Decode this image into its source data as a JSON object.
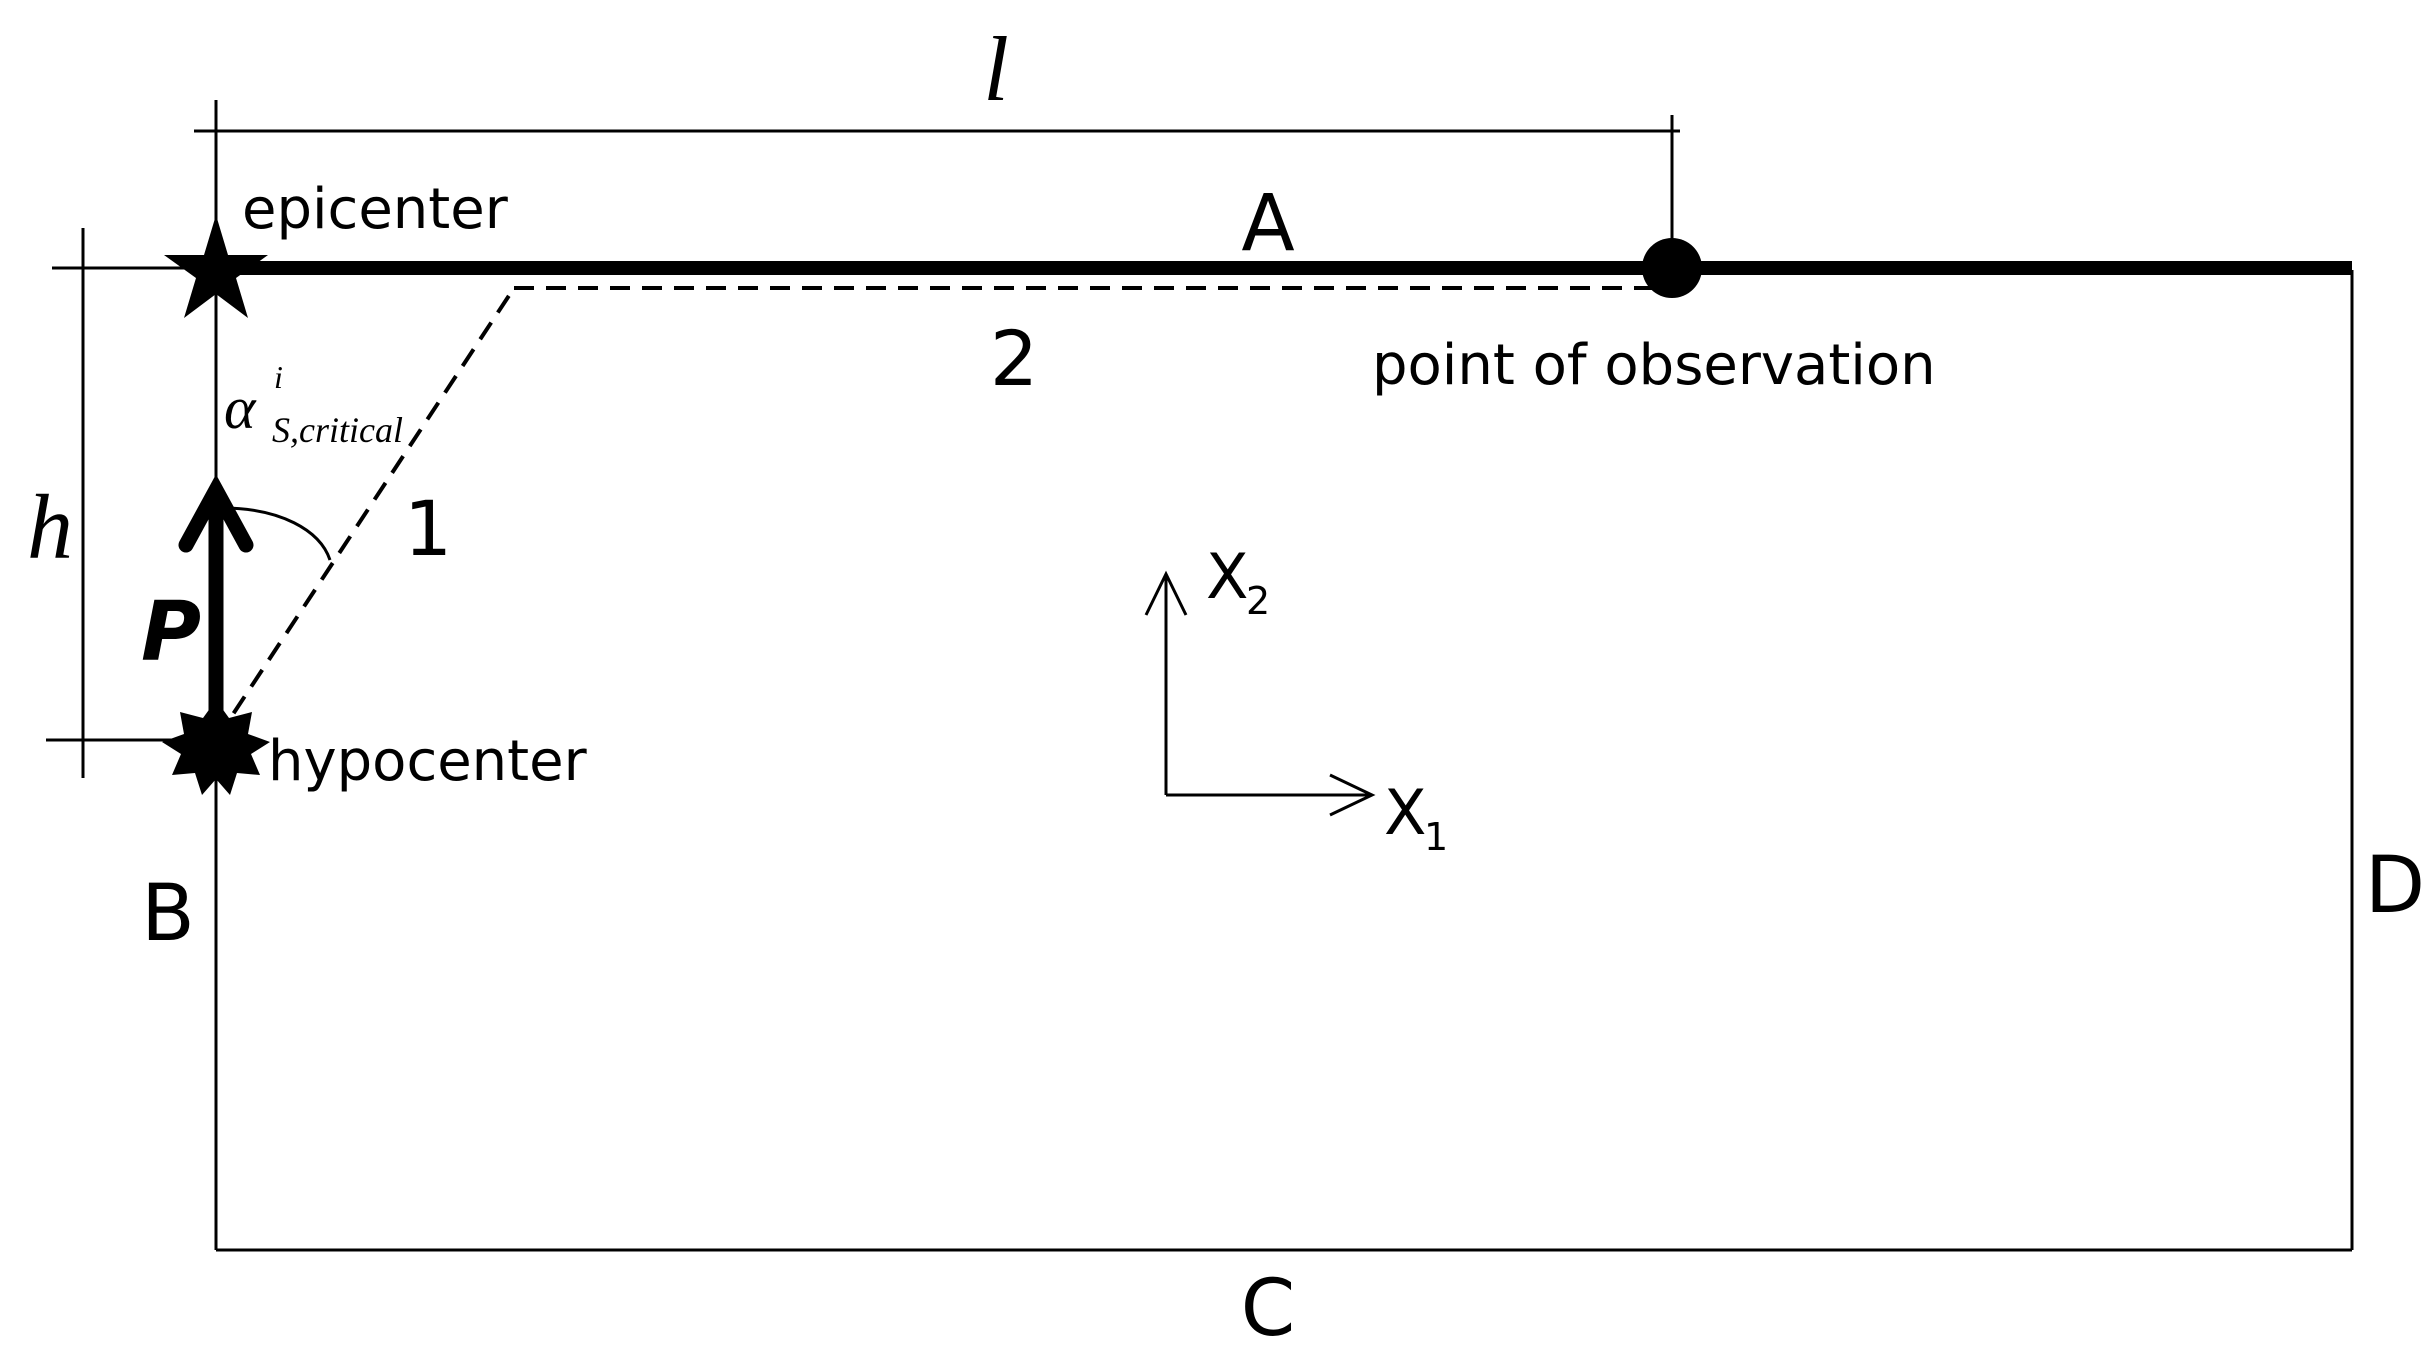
{
  "labels": {
    "dim_horizontal": "l",
    "dim_vertical": "h",
    "boundary_top": "A",
    "boundary_left": "B",
    "boundary_bottom": "C",
    "boundary_right": "D",
    "epicenter": "epicenter",
    "hypocenter": "hypocenter",
    "observation": "point of observation",
    "path_segment_1": "1",
    "path_segment_2": "2",
    "force": "P",
    "angle_symbol": "α",
    "angle_superscript": "i",
    "angle_subscript": "S,critical",
    "axis_x1_letter": "X",
    "axis_x1_index": "1",
    "axis_x2_letter": "X",
    "axis_x2_index": "2"
  },
  "colors": {
    "ink": "#000000",
    "background": "#ffffff"
  }
}
